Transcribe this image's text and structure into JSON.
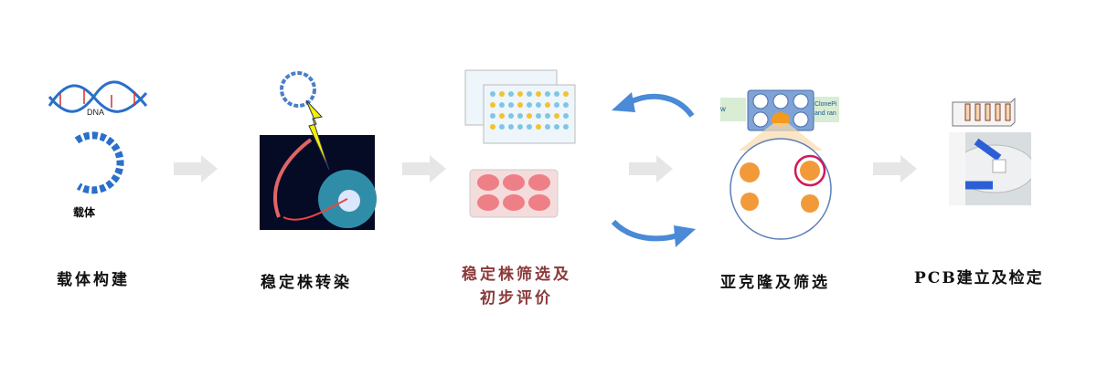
{
  "steps": [
    {
      "label": "载体构建",
      "sub_labels": {
        "dna": "DNA",
        "vector": "载体"
      }
    },
    {
      "label": "稳定株转染"
    },
    {
      "label_line1": "稳定株筛选及",
      "label_line2": "初步评价"
    },
    {
      "label": "亚克隆及筛选",
      "panel_texts": {
        "left": "w",
        "right_1": "ClonePi",
        "right_2": "and ran"
      }
    },
    {
      "label": "PCB建立及检定"
    }
  ],
  "colors": {
    "arrow_gray": "#e6e6e6",
    "cycle_blue": "#4a8ad6",
    "highlight_label": "#8b3a3a"
  }
}
